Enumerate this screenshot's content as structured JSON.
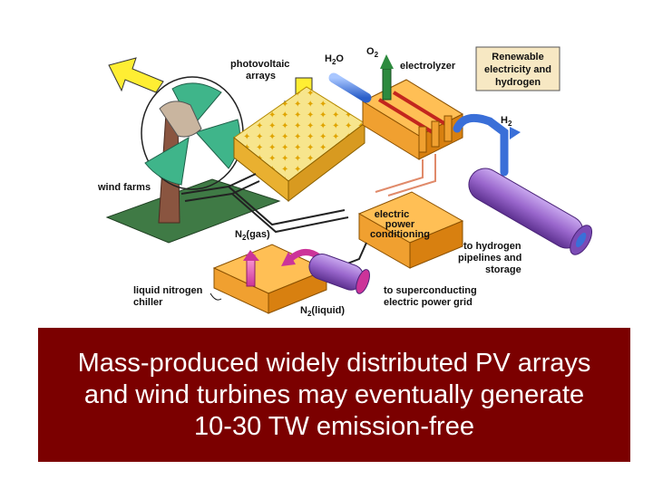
{
  "diagram": {
    "labels": {
      "photovoltaic_line1": "photovoltaic",
      "photovoltaic_line2": "arrays",
      "h2o_main": "H",
      "h2o_sub": "2",
      "h2o_end": "O",
      "o2_main": "O",
      "o2_sub": "2",
      "electrolyzer": "electrolyzer",
      "renewable_line1": "Renewable",
      "renewable_line2": "electricity and",
      "renewable_line3": "hydrogen",
      "h2_main": "H",
      "h2_sub": "2",
      "wind_farms": "wind farms",
      "epc_line1": "electric",
      "epc_line2": "power",
      "epc_line3": "conditioning",
      "n2gas_main": "N",
      "n2gas_sub": "2",
      "n2gas_end": "(gas)",
      "hydrogen_pipe_line1": "to hydrogen",
      "hydrogen_pipe_line2": "pipelines and",
      "hydrogen_pipe_line3": "storage",
      "chiller_line1": "liquid nitrogen",
      "chiller_line2": "chiller",
      "grid_line1": "to superconducting",
      "grid_line2": "electric power grid",
      "n2liquid_main": "N",
      "n2liquid_sub": "2",
      "n2liquid_end": "(liquid)"
    }
  },
  "caption": {
    "line1": "Mass-produced widely distributed PV arrays",
    "line2": "and wind turbines may eventually generate",
    "line3": "10-30 TW emission-free"
  },
  "colors": {
    "caption_background": "#7b0000",
    "pv_panel": "#f4e07a",
    "electrolyzer_orange": "#f0a030",
    "blade_green": "#3fb58a",
    "hydrogen_tank_purple": "#9966cc",
    "ground_green": "#3f7a45"
  }
}
